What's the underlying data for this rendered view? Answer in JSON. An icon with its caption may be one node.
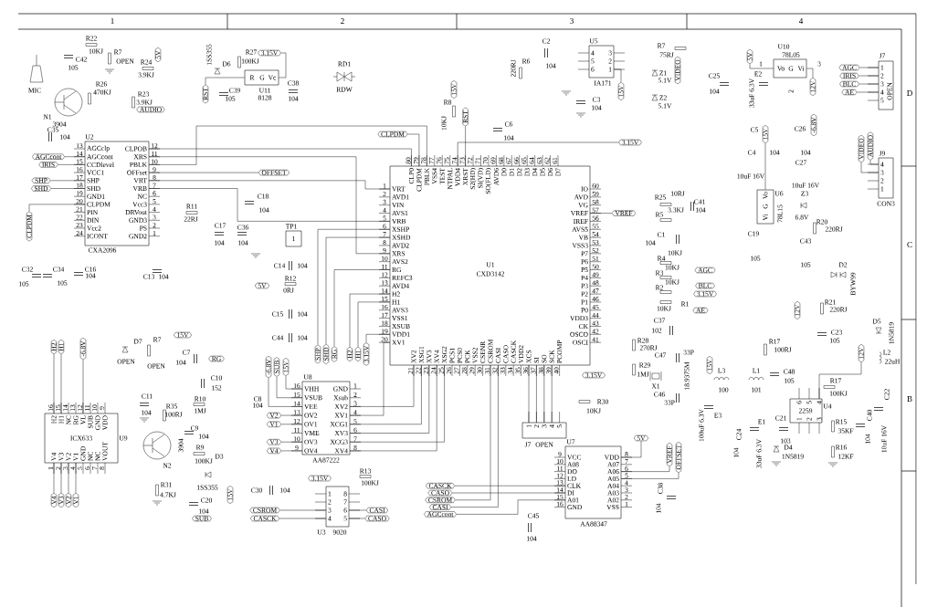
{
  "diagram": {
    "nodes": [
      {
        "text": [
          "U2",
          "CXA2096",
          "AGCclp",
          "AGCcont",
          "CCDlevel",
          "VCC1",
          "SHP",
          "SHD",
          "GND1",
          "CLPDM",
          "PIN",
          "DIN",
          "Vcc2",
          "ICONT",
          "CLPOB",
          "XRS",
          "PBLK",
          "OFFset",
          "VRT",
          "VRB",
          "NC",
          "Vcc3",
          "DRVout",
          "GND3",
          "PS",
          "GND2"
        ],
        "beside": [
          "13",
          "14",
          "15",
          "16",
          "17",
          "18",
          "19",
          "20",
          "21",
          "22",
          "23",
          "24",
          "12",
          "11",
          "10",
          "9",
          "8",
          "7",
          "6",
          "5",
          "4",
          "3",
          "2",
          "1"
        ]
      },
      {
        "text": [
          "U1",
          "CXD3142",
          "VRT",
          "AVD1",
          "VIN",
          "AVS1",
          "VRB",
          "XSHP",
          "XSHD",
          "AVD2",
          "XRS",
          "AVS2",
          "RG",
          "REFC3",
          "AVD4",
          "H2",
          "H1",
          "AVS3",
          "VSS1",
          "XSUB",
          "VDD1",
          "XV1",
          "XV2",
          "XSG1",
          "XV3",
          "XV4",
          "XSG2",
          "PCS1",
          "PCS0",
          "PCK",
          "VSS2",
          "CSENR",
          "CSROM",
          "CASI",
          "CASO",
          "CASCK",
          "VDD2",
          "XCS",
          "SI",
          "SO",
          "SCK",
          "PCOMP",
          "OSCI",
          "OSCO",
          "CK",
          "VDD3",
          "P0",
          "P1",
          "P2",
          "P3",
          "P4",
          "P5",
          "P6",
          "P7",
          "VSS3",
          "VB",
          "AVS5",
          "IREF",
          "VREF",
          "VG",
          "AVD",
          "IO",
          "D7",
          "D6",
          "D5",
          "D4",
          "D3",
          "D2",
          "D1",
          "D0",
          "AVD6",
          "SO(FLD)",
          "SI(VD)",
          "S2(HD)",
          "XRST",
          "VDD4",
          "NTPAL",
          "TEST",
          "VSS4",
          "PBLK",
          "CLPDM",
          "CLP0"
        ],
        "beside": [
          "1",
          "2",
          "3",
          "4",
          "5",
          "6",
          "7",
          "8",
          "9",
          "10",
          "11",
          "12",
          "13",
          "14",
          "15",
          "16",
          "17",
          "18",
          "19",
          "20",
          "21",
          "22",
          "23",
          "24",
          "25",
          "26",
          "27",
          "28",
          "29",
          "30",
          "31",
          "32",
          "33",
          "34",
          "35",
          "36",
          "37",
          "38",
          "39",
          "40",
          "41",
          "42",
          "43",
          "44",
          "45",
          "46",
          "47",
          "48",
          "49",
          "50",
          "51",
          "52",
          "53",
          "54",
          "55",
          "56",
          "57",
          "58",
          "59",
          "60",
          "61",
          "62",
          "63",
          "64",
          "65",
          "66",
          "67",
          "68",
          "69",
          "70",
          "71",
          "72",
          "73",
          "74",
          "75",
          "76",
          "77",
          "78",
          "79",
          "80"
        ]
      },
      {
        "text": [
          "U8",
          "AA87222",
          "VHH",
          "VSUB",
          "VEE",
          "OV2",
          "OV1",
          "VME",
          "OV3",
          "OV4",
          "GND",
          "Xsub",
          "XV2",
          "XV1",
          "XCG1",
          "XV3",
          "XCG3",
          "XV4"
        ],
        "beside": [
          "16",
          "15",
          "14",
          "13",
          "12",
          "11",
          "10",
          "9",
          "1",
          "2",
          "3",
          "4",
          "5",
          "6",
          "7",
          "8"
        ]
      },
      {
        "text": [
          "U9",
          "ICX633",
          "H2",
          "H1",
          "NC",
          "RG",
          "VL",
          "SUB",
          "GND",
          "VDD",
          "V4",
          "V3",
          "V2",
          "V1",
          "GND",
          "NC",
          "NC",
          "VOUT"
        ],
        "beside": [
          "16",
          "15",
          "14",
          "13",
          "12",
          "11",
          "10",
          "9",
          "1",
          "2",
          "3",
          "4",
          "5",
          "6",
          "7",
          "8"
        ]
      },
      {
        "text": [
          "U7",
          "AA88347",
          "VCC",
          "A08",
          "DO",
          "LD",
          "CLK",
          "DI",
          "A01",
          "GND",
          "VDD",
          "A07",
          "A06",
          "A05",
          "A04",
          "A03",
          "A02",
          "VSS"
        ],
        "beside": [
          "9",
          "10",
          "11",
          "12",
          "13",
          "14",
          "15",
          "16",
          "8",
          "7",
          "6",
          "5",
          "4",
          "3",
          "2",
          "1"
        ]
      },
      {
        "text": [
          "U3",
          "9020",
          "1",
          "2",
          "3",
          "4",
          "8",
          "7",
          "6",
          "5"
        ]
      },
      {
        "text": [
          "J7",
          "OPEN",
          "1",
          "2",
          "3",
          "4",
          "5"
        ]
      },
      {
        "text": [
          "U5",
          "IA171",
          "4",
          "5",
          "6",
          "3",
          "2",
          "1"
        ]
      },
      {
        "text": [
          "U11",
          "8128",
          "R",
          "G",
          "Vc"
        ]
      },
      {
        "text": [
          "U10",
          "78L05",
          "Vo",
          "G",
          "Vi"
        ],
        "beside": [
          "1",
          "3",
          "2"
        ]
      },
      {
        "text": [
          "U6",
          "78L15",
          "Vi",
          "G",
          "Vo"
        ]
      },
      {
        "text": [
          "U4",
          "2259",
          "6",
          "5",
          "4",
          "1",
          "2",
          "3"
        ]
      },
      {
        "text": [
          "J7",
          "OPEN",
          "1",
          "2",
          "3",
          "4",
          "5"
        ]
      },
      {
        "text": [
          "J9",
          "CON3",
          "4",
          "3",
          "2",
          "1"
        ]
      },
      {
        "text": [
          "TP1",
          "1"
        ]
      },
      {
        "text": [
          "5V"
        ]
      },
      {
        "text": [
          "AUDIO"
        ]
      },
      {
        "text": [
          "3.15V"
        ]
      },
      {
        "text": [
          "RST"
        ]
      },
      {
        "text": [
          "AGCcont"
        ]
      },
      {
        "text": [
          "IRIS"
        ]
      },
      {
        "text": [
          "SHP"
        ]
      },
      {
        "text": [
          "SHD"
        ]
      },
      {
        "text": [
          "CLPDM"
        ]
      },
      {
        "text": [
          "OFFSET"
        ]
      },
      {
        "text": [
          "CLPDM"
        ]
      },
      {
        "text": [
          "15V"
        ]
      },
      {
        "text": [
          "RST"
        ]
      },
      {
        "text": [
          "VIDEO"
        ]
      },
      {
        "text": [
          "15V"
        ]
      },
      {
        "text": [
          "3.15V"
        ]
      },
      {
        "text": [
          "5V"
        ]
      },
      {
        "text": [
          "12V"
        ]
      },
      {
        "text": [
          "AGC"
        ]
      },
      {
        "text": [
          "IRIS"
        ]
      },
      {
        "text": [
          "BLC"
        ]
      },
      {
        "text": [
          "AE"
        ]
      },
      {
        "text": [
          "15V"
        ]
      },
      {
        "text": [
          "-6.8V"
        ]
      },
      {
        "text": [
          "VIDEO"
        ]
      },
      {
        "text": [
          "AUDIO"
        ]
      },
      {
        "text": [
          "VREF"
        ]
      },
      {
        "text": [
          "AGC"
        ]
      },
      {
        "text": [
          "BLC"
        ]
      },
      {
        "text": [
          "3.15V"
        ]
      },
      {
        "text": [
          "AE"
        ]
      },
      {
        "text": [
          "12V"
        ]
      },
      {
        "text": [
          "5V"
        ]
      },
      {
        "text": [
          "15V"
        ]
      },
      {
        "text": [
          "H2"
        ]
      },
      {
        "text": [
          "H1"
        ]
      },
      {
        "text": [
          "-6.8V"
        ]
      },
      {
        "text": [
          "RG"
        ]
      },
      {
        "text": [
          "-6.8V"
        ]
      },
      {
        "text": [
          "SUB"
        ]
      },
      {
        "text": [
          "15V"
        ]
      },
      {
        "text": [
          "SHP"
        ]
      },
      {
        "text": [
          "SHD"
        ]
      },
      {
        "text": [
          "RG"
        ]
      },
      {
        "text": [
          "H2"
        ]
      },
      {
        "text": [
          "H1"
        ]
      },
      {
        "text": [
          "3.15V"
        ]
      },
      {
        "text": [
          "V2"
        ]
      },
      {
        "text": [
          "V1"
        ]
      },
      {
        "text": [
          "V3"
        ]
      },
      {
        "text": [
          "V4"
        ]
      },
      {
        "text": [
          "V4"
        ]
      },
      {
        "text": [
          "V3"
        ]
      },
      {
        "text": [
          "V2"
        ]
      },
      {
        "text": [
          "V1"
        ]
      },
      {
        "text": [
          "15V"
        ]
      },
      {
        "text": [
          "SUB"
        ]
      },
      {
        "text": [
          "15V"
        ]
      },
      {
        "text": [
          "12V"
        ]
      },
      {
        "text": [
          "3.15V"
        ]
      },
      {
        "text": [
          "3.15V"
        ]
      },
      {
        "text": [
          "CSROM"
        ]
      },
      {
        "text": [
          "CASCK"
        ]
      },
      {
        "text": [
          "CASI"
        ]
      },
      {
        "text": [
          "CASO"
        ]
      },
      {
        "text": [
          "CASCK"
        ]
      },
      {
        "text": [
          "CASO"
        ]
      },
      {
        "text": [
          "CSROM"
        ]
      },
      {
        "text": [
          "CASI"
        ]
      },
      {
        "text": [
          "AGCcont"
        ]
      },
      {
        "text": [
          "5V"
        ]
      },
      {
        "text": [
          "VREF"
        ]
      },
      {
        "text": [
          "OFFSET"
        ]
      }
    ],
    "edges": [
      {
        "from": 19,
        "to": 0,
        "arrow": "none"
      },
      {
        "from": 20,
        "to": 0,
        "arrow": "none"
      },
      {
        "from": 21,
        "to": 0,
        "arrow": "none"
      },
      {
        "from": 22,
        "to": 0,
        "arrow": "none"
      },
      {
        "from": 23,
        "to": 0,
        "arrow": "none"
      },
      {
        "from": 0,
        "to": 24,
        "arrow": "none"
      },
      {
        "from": 0,
        "to": 1,
        "arrow": "none"
      },
      {
        "from": 0,
        "to": 1,
        "arrow": "none"
      },
      {
        "from": 0,
        "to": 1,
        "arrow": "none"
      },
      {
        "from": 0,
        "to": 1,
        "arrow": "none"
      },
      {
        "from": 0,
        "to": 1,
        "arrow": "none"
      },
      {
        "from": 25,
        "to": 1,
        "arrow": "none"
      },
      {
        "from": 27,
        "to": 1,
        "arrow": "none"
      },
      {
        "from": 1,
        "to": 41,
        "arrow": "none"
      },
      {
        "from": 62,
        "to": 2,
        "arrow": "none"
      },
      {
        "from": 63,
        "to": 2,
        "arrow": "none"
      },
      {
        "from": 64,
        "to": 2,
        "arrow": "none"
      },
      {
        "from": 65,
        "to": 2,
        "arrow": "none"
      },
      {
        "from": 2,
        "to": 1,
        "arrow": "none"
      },
      {
        "from": 2,
        "to": 1,
        "arrow": "none"
      },
      {
        "from": 2,
        "to": 1,
        "arrow": "none"
      },
      {
        "from": 2,
        "to": 1,
        "arrow": "none"
      },
      {
        "from": 2,
        "to": 1,
        "arrow": "none"
      },
      {
        "from": 2,
        "to": 1,
        "arrow": "none"
      },
      {
        "from": 1,
        "to": 6,
        "arrow": "none"
      },
      {
        "from": 1,
        "to": 6,
        "arrow": "none"
      },
      {
        "from": 1,
        "to": 6,
        "arrow": "none"
      },
      {
        "from": 1,
        "to": 6,
        "arrow": "none"
      },
      {
        "from": 80,
        "to": 4,
        "arrow": "none"
      },
      {
        "from": 81,
        "to": 4,
        "arrow": "none"
      },
      {
        "from": 82,
        "to": 1,
        "arrow": "none"
      },
      {
        "from": 83,
        "to": 1,
        "arrow": "none"
      },
      {
        "from": 84,
        "to": 4,
        "arrow": "none"
      },
      {
        "from": 5,
        "to": 78,
        "arrow": "none"
      },
      {
        "from": 5,
        "to": 79,
        "arrow": "none"
      },
      {
        "from": 76,
        "to": 5,
        "arrow": "none"
      },
      {
        "from": 77,
        "to": 5,
        "arrow": "none"
      },
      {
        "from": 33,
        "to": 12,
        "arrow": "none"
      },
      {
        "from": 34,
        "to": 12,
        "arrow": "none"
      },
      {
        "from": 35,
        "to": 12,
        "arrow": "none"
      },
      {
        "from": 36,
        "to": 12,
        "arrow": "none"
      },
      {
        "from": 39,
        "to": 13,
        "arrow": "none"
      },
      {
        "from": 40,
        "to": 13,
        "arrow": "none"
      },
      {
        "from": 9,
        "to": 32,
        "arrow": "none"
      },
      {
        "from": 31,
        "to": 9,
        "arrow": "none"
      },
      {
        "from": 56,
        "to": 1,
        "arrow": "none"
      },
      {
        "from": 57,
        "to": 1,
        "arrow": "none"
      },
      {
        "from": 58,
        "to": 1,
        "arrow": "none"
      },
      {
        "from": 59,
        "to": 1,
        "arrow": "none"
      },
      {
        "from": 60,
        "to": 1,
        "arrow": "none"
      },
      {
        "from": 61,
        "to": 1,
        "arrow": "none"
      },
      {
        "from": 49,
        "to": 3,
        "arrow": "none"
      },
      {
        "from": 50,
        "to": 3,
        "arrow": "none"
      },
      {
        "from": 51,
        "to": 3,
        "arrow": "none"
      },
      {
        "from": 3,
        "to": 66,
        "arrow": "none"
      },
      {
        "from": 3,
        "to": 67,
        "arrow": "none"
      },
      {
        "from": 3,
        "to": 68,
        "arrow": "none"
      },
      {
        "from": 3,
        "to": 69,
        "arrow": "none"
      },
      {
        "from": 53,
        "to": 2,
        "arrow": "none"
      },
      {
        "from": 54,
        "to": 2,
        "arrow": "none"
      },
      {
        "from": 55,
        "to": 2,
        "arrow": "none"
      },
      {
        "from": 85,
        "to": 4,
        "arrow": "none"
      },
      {
        "from": 86,
        "to": 4,
        "arrow": "none"
      },
      {
        "from": 87,
        "to": 4,
        "arrow": "none"
      },
      {
        "from": 8,
        "to": 17,
        "arrow": "none"
      },
      {
        "from": 18,
        "to": 8,
        "arrow": "none"
      },
      {
        "from": 7,
        "to": 29,
        "arrow": "none"
      },
      {
        "from": 1,
        "to": 30,
        "arrow": "none"
      },
      {
        "from": 37,
        "to": 10,
        "arrow": "none"
      },
      {
        "from": 73,
        "to": 11,
        "arrow": "none"
      }
    ],
    "labels": [
      "1",
      "2",
      "3",
      "4",
      "D",
      "C",
      "B",
      "R22",
      "10KJ",
      "C42",
      "105",
      "R7",
      "OPEN",
      "R24",
      "3.9KJ",
      "MIC",
      "R26",
      "470KJ",
      "R23",
      "3.9KJ",
      "N1",
      "3904",
      "1SS355",
      "D6",
      "R27",
      "100KJ",
      "C39",
      "105",
      "C38",
      "104",
      "C35",
      "104",
      "RD1",
      "RDW",
      "R6",
      "220RJ",
      "C2",
      "104",
      "C3",
      "104",
      "R7",
      "75RJ",
      "Z1",
      "5.1V",
      "Z2",
      "5.1V",
      "C25",
      "104",
      "E2",
      "33uF 6.3V",
      "R8",
      "10KJ",
      "C6",
      "104",
      "C5",
      "C4",
      "104",
      "10uF 16V",
      "C26",
      "104",
      "C27",
      "10uF 16V",
      "Z3",
      "6.8V",
      "R20",
      "220RJ",
      "C19",
      "105",
      "C43",
      "105",
      "D2",
      "BYW99",
      "R25",
      "10RJ",
      "R5",
      "3.3KJ",
      "C41",
      "104",
      "C1",
      "104",
      "R4",
      "10KJ",
      "R3",
      "10KJ",
      "R2",
      "10KJ",
      "10KJ",
      "R1",
      "C18",
      "104",
      "R11",
      "22RJ",
      "C17",
      "104",
      "C36",
      "104",
      "C32",
      "105",
      "C34",
      "105",
      "C16",
      "104",
      "C13",
      "104",
      "C14",
      "104",
      "R12",
      "0RJ",
      "C15",
      "104",
      "C44",
      "104",
      "D7",
      "OPEN",
      "R7",
      "OPEN",
      "C7",
      "104",
      "C10",
      "152",
      "C11",
      "104",
      "R35",
      "100RJ",
      "R10",
      "1MJ",
      "C9",
      "104",
      "3904",
      "R9",
      "100KJ",
      "N2",
      "D3",
      "R31",
      "4.7KJ",
      "1SS355",
      "C20",
      "104",
      "C8",
      "104",
      "C30",
      "104",
      "R13",
      "100KJ",
      "R30",
      "10KJ",
      "C45",
      "104",
      "C37",
      "102",
      "R28",
      "270RJ",
      "C47",
      "33P",
      "R29",
      "1MJ",
      "X1",
      "18.9375M",
      "C46",
      "33P",
      "R21",
      "220RJ",
      "C23",
      "105",
      "D5",
      "1N5819",
      "L2",
      "22uH",
      "R17",
      "100RJ",
      "L3",
      "L1",
      "C48",
      "105",
      "100",
      "101",
      "R17",
      "100KJ",
      "E3",
      "100uF 6.3V",
      "C21",
      "E1",
      "C40",
      "C22",
      "R15",
      "35KF",
      "C24",
      "104",
      "33uF 6.3V",
      "103",
      "104",
      "10uF 16V",
      "D4",
      "R16",
      "1N5819",
      "12KF",
      "C38",
      "104"
    ]
  }
}
